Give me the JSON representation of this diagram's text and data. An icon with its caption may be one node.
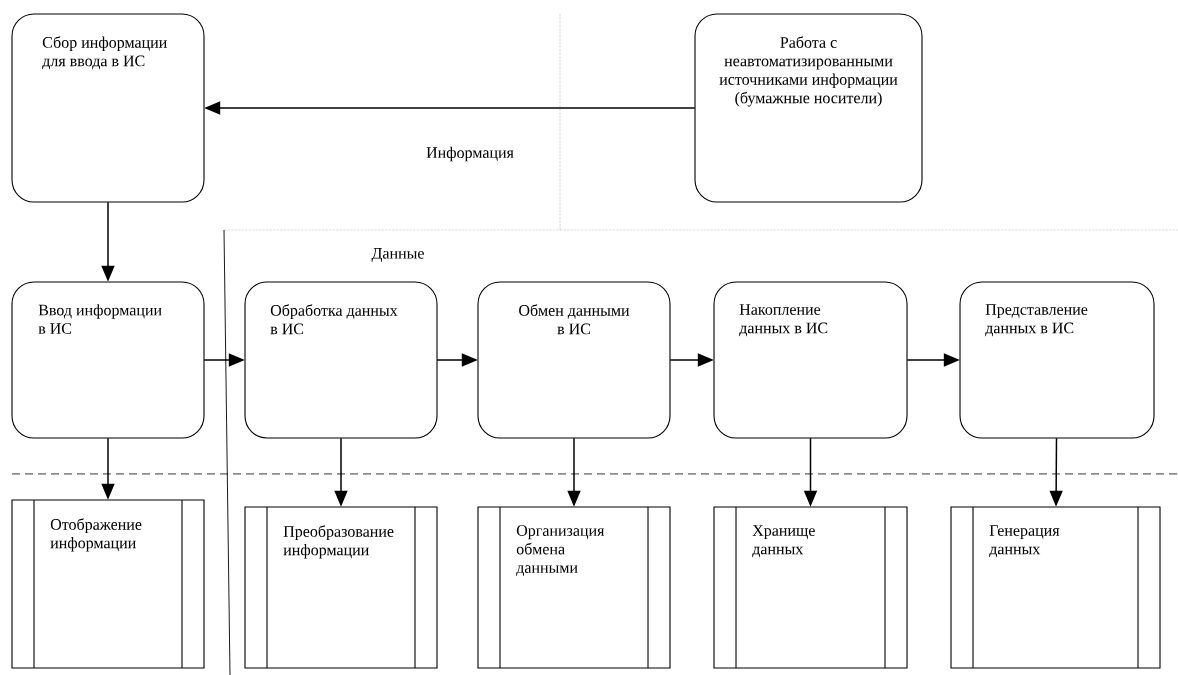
{
  "diagram": {
    "nodes": [
      {
        "text": [
          "Сбор информации для ввода в ИС"
        ]
      },
      {
        "text": [
          "Работа с неавтоматизированными источниками информации (бумажные носители)"
        ]
      },
      {
        "text": [
          "Ввод информации в ИС"
        ]
      },
      {
        "text": [
          "Обработка данных в ИС"
        ]
      },
      {
        "text": [
          "Обмен данными в ИС"
        ]
      },
      {
        "text": [
          "Накопление данных в ИС"
        ]
      },
      {
        "text": [
          "Представление данных в ИС"
        ]
      },
      {
        "text": [
          "Отображение информации"
        ]
      },
      {
        "text": [
          "Преобразование информации"
        ]
      },
      {
        "text": [
          "Организация обмена данными"
        ]
      },
      {
        "text": [
          "Хранище данных"
        ]
      },
      {
        "text": [
          "Генерация данных"
        ]
      }
    ],
    "edges": [
      {
        "from": 1,
        "to": 0,
        "arrow": "to"
      },
      {
        "from": 0,
        "to": 2,
        "arrow": "to"
      },
      {
        "from": 2,
        "to": 3,
        "arrow": "to"
      },
      {
        "from": 3,
        "to": 4,
        "arrow": "to"
      },
      {
        "from": 4,
        "to": 5,
        "arrow": "to"
      },
      {
        "from": 5,
        "to": 6,
        "arrow": "to"
      },
      {
        "from": 2,
        "to": 7,
        "arrow": "to"
      },
      {
        "from": 3,
        "to": 8,
        "arrow": "to"
      },
      {
        "from": 4,
        "to": 9,
        "arrow": "to"
      },
      {
        "from": 5,
        "to": 10,
        "arrow": "to"
      },
      {
        "from": 6,
        "to": 11,
        "arrow": "to"
      }
    ],
    "labels": [
      "Информация",
      "Данные"
    ]
  }
}
